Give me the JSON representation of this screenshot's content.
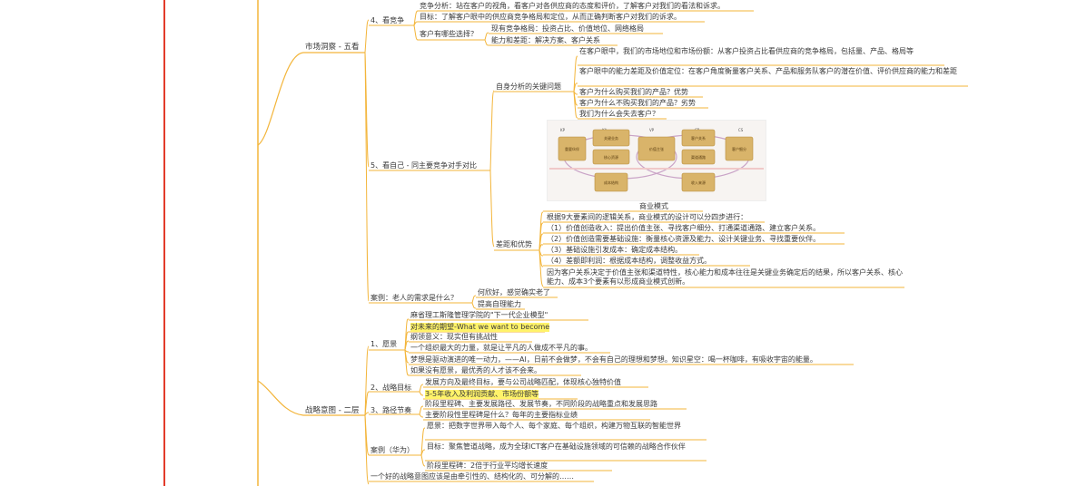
{
  "colors": {
    "branch": "#f3b53a",
    "spine": "#e23b2a",
    "highlight": "#fff36a"
  },
  "mindmap": {
    "market": {
      "label": "市场洞察 - 五看",
      "look_customer": {
        "label": "4、看竞争",
        "items": [
          "竞争分析：站在客户的视角，看客户对各供应商的态度和评价，了解客户对我们的看法和诉求。",
          "目标：了解客户眼中的供应商竞争格局和定位，从而正确判断客户对我们的诉求。"
        ],
        "q": {
          "label": "客户有哪些选择？",
          "items": [
            "现有竞争格局：投资占比、价值地位、网络格局",
            "能力和差距：解决方案、客户关系"
          ]
        }
      },
      "look_self": {
        "label": "5、看自己 - 同主要竞争对手对比",
        "key_questions": {
          "label": "自身分析的关键问题",
          "items": [
            "在客户眼中，我们的市场地位和市场份额：从客户投资占比看供应商的竞争格局，包括量、产品、格局等",
            "客户眼中的能力差距及价值定位：在客户角度衡量客户关系、产品和服务队客户的潜在价值、评价供应商的能力和差距",
            "客户为什么购买我们的产品？优势",
            "客户为什么不购买我们的产品？劣势",
            "我们为什么会失去客户？"
          ]
        },
        "canvas_cells": [
          "重要伙伴",
          "关键业务",
          "核心资源",
          "价值主张",
          "客户关系",
          "渠道通路",
          "客户细分",
          "成本结构",
          "收入来源"
        ],
        "canvas_headers": [
          "KP",
          "KA",
          "VP",
          "CR",
          "CS"
        ],
        "gap": {
          "label": "差距和优势",
          "title": "商业模式",
          "items": [
            "根据9大要素间的逻辑关系，商业模式的设计可以分四步进行：",
            "（1）价值创造收入：提出价值主张、寻找客户细分、打通渠道通路、建立客户关系。",
            "（2）价值创造需要基础设施：衡量核心资源及能力、设计关键业务、寻找重要伙伴。",
            "（3）基础设施引发成本：确定成本结构。",
            "（4）差额即利润：根据成本结构，调整收益方式。",
            "因为客户关系决定于价值主张和渠道特性，核心能力和成本往往是关键业务确定后的结果，所以客户关系、核心能力、成本3个要素有以形成商业模式创新。"
          ]
        }
      },
      "case": {
        "label": "案例：老人的需求是什么？",
        "items": [
          "何欣好，感觉确实老了",
          "提高自理能力"
        ]
      }
    },
    "strategy": {
      "label": "战略意图 - 二层",
      "vision": {
        "label": "1、愿景",
        "items": [
          "麻省理工斯隆管理学院的\"下一代企业模型\"",
          "对未来的期望-What we want to become",
          "纲领意义：现实但有挑战性",
          "一个组织最大的力量，就是让平凡的人做成不平凡的事。",
          "梦想是驱动演进的唯一动力，——AI，日前不会做梦，不会有自己的理想和梦想。知识星空：喝一杯咖啡，有吸收宇宙的能量。",
          "如果没有愿景，最优秀的人才该不会来。"
        ]
      },
      "goal": {
        "label": "2、战略目标",
        "items": [
          "发展方向及最终目标，要与公司战略匹配，体现核心独特价值",
          "3-5年收入及利润贡献、市场份额等"
        ]
      },
      "path": {
        "label": "3、路径节奏",
        "items": [
          "阶段里程碑、主要发展路径、发展节奏，不同阶段的战略重点和发展思路",
          "主要阶段性里程碑是什么？每年的主要指标业绩"
        ]
      },
      "huawei": {
        "label": "案例（华为）",
        "items": [
          "愿景：把数字世界带入每个人、每个家庭、每个组织，构建万物互联的智能世界",
          "目标：聚焦管道战略，成为全球ICT客户在基础设施领域的可信赖的战略合作伙伴",
          "阶段里程碑：2倍于行业平均增长速度"
        ]
      },
      "summary": "一个好的战略意图应该是由牵引性的、结构化的、可分解的……"
    }
  }
}
